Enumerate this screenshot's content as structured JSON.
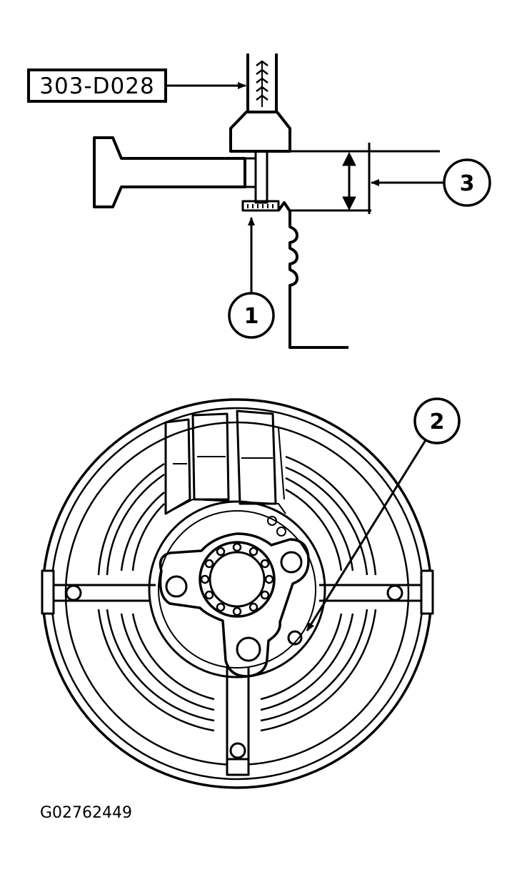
{
  "tool_label": "303-D028",
  "callouts": [
    "1",
    "2",
    "3"
  ],
  "figure_id": "G02762449",
  "colors": {
    "ink": "#000000",
    "paper": "#ffffff"
  }
}
